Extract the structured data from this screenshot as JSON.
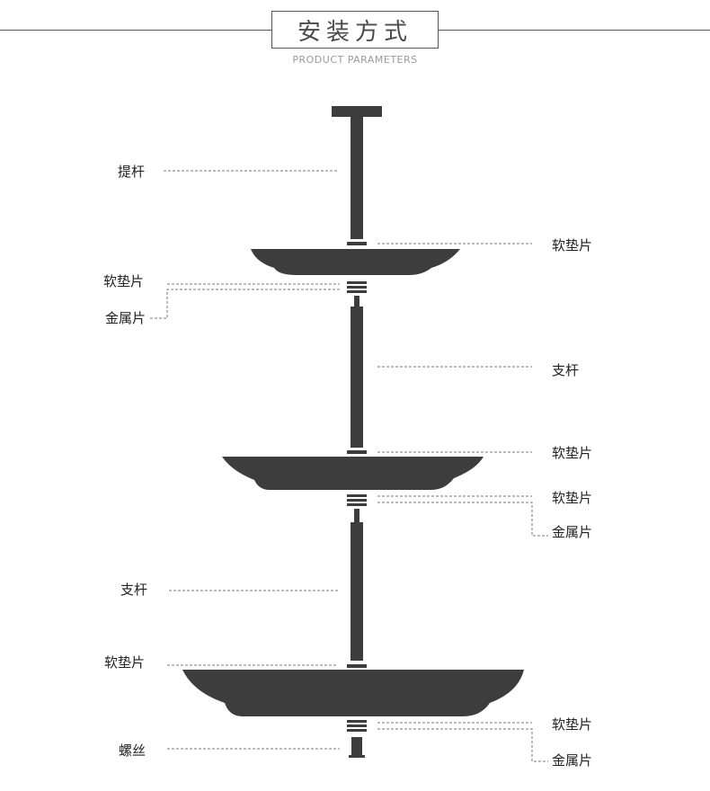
{
  "header": {
    "title": "安装方式",
    "subtitle": "PRODUCT PARAMETERS"
  },
  "labels": {
    "lift_rod": "提杆",
    "pad_top_right": "软垫片",
    "pad_tier1_left": "软垫片",
    "metal_tier1_left": "金属片",
    "support_rod_upper": "支杆",
    "pad_tier2_top_right": "软垫片",
    "pad_tier2_bottom_right": "软垫片",
    "metal_tier2_right": "金属片",
    "support_rod_lower": "支杆",
    "pad_tier3_left": "软垫片",
    "screw": "螺丝",
    "pad_bottom_right": "软垫片",
    "metal_bottom_right": "金属片"
  },
  "colors": {
    "part_fill": "#3d3d3d",
    "leader_line": "#777777",
    "text": "#222222"
  }
}
